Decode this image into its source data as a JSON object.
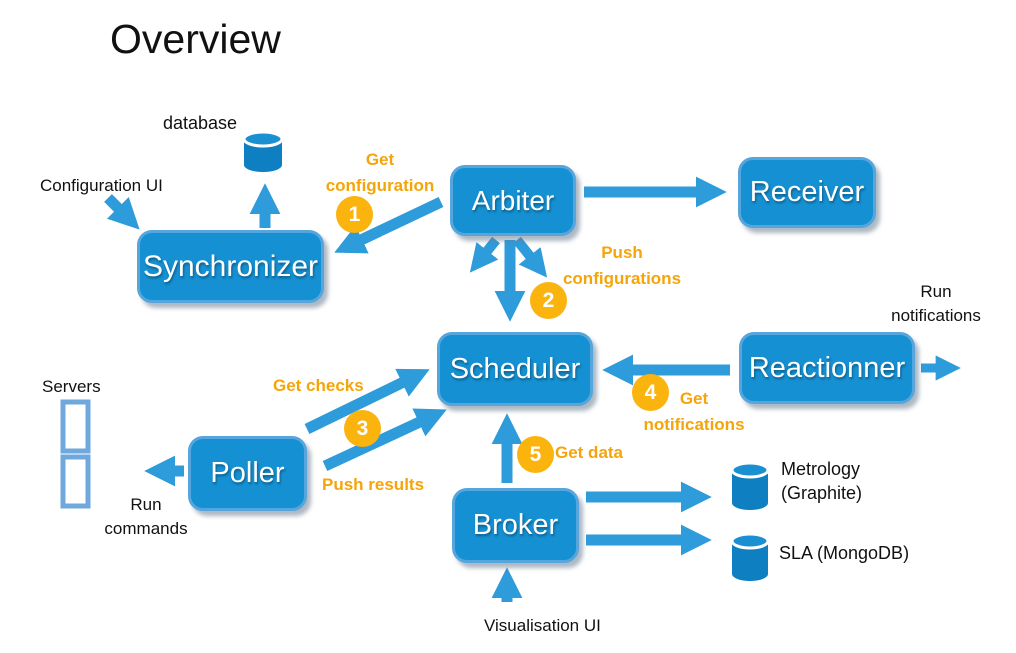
{
  "title": "Overview",
  "colors": {
    "box_fill": "#1590D2",
    "box_border": "#56A5DC",
    "arrow_blue": "#2E9BDA",
    "orange_badge": "#FBB30E",
    "orange_text": "#F5A50A",
    "cylinder_body": "#0E7FC1",
    "cylinder_top": "#1A90D2",
    "server_outline": "#6FA8DC",
    "text": "#111111"
  },
  "nodes": {
    "synchronizer": "Synchronizer",
    "arbiter": "Arbiter",
    "receiver": "Receiver",
    "scheduler": "Scheduler",
    "reactionner": "Reactionner",
    "poller": "Poller",
    "broker": "Broker"
  },
  "datastores": {
    "database": {
      "label": "database"
    },
    "metrology": {
      "line1": "Metrology",
      "line2": "(Graphite)"
    },
    "sla": {
      "label": "SLA (MongoDB)"
    }
  },
  "labels": {
    "configuration_ui": "Configuration UI",
    "servers": "Servers",
    "run_commands": {
      "line1": "Run",
      "line2": "commands"
    },
    "run_notifications": {
      "line1": "Run",
      "line2": "notifications"
    },
    "visualisation_ui": "Visualisation UI"
  },
  "steps": {
    "step1": {
      "num": "1",
      "line1": "Get",
      "line2": "configuration"
    },
    "step2": {
      "num": "2",
      "line1": "Push",
      "line2": "configurations"
    },
    "step3": {
      "num": "3",
      "get_label": "Get checks",
      "push_label": "Push results"
    },
    "step4": {
      "num": "4",
      "line1": "Get",
      "line2": "notifications"
    },
    "step5": {
      "num": "5",
      "label": "Get data"
    }
  }
}
